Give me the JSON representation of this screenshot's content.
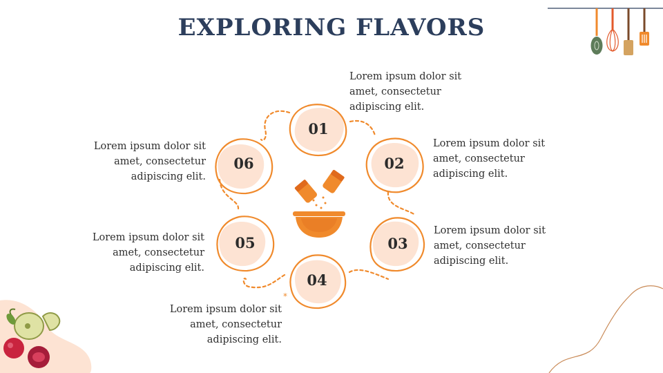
{
  "title": "EXPLORING FLAVORS",
  "colors": {
    "accent": "#f08a2c",
    "circle_fill": "#fde3d3",
    "title": "#2c3e5c",
    "text": "#2f2f2f"
  },
  "steps": [
    {
      "number": "01",
      "text": "Lorem ipsum dolor sit amet, consectetur adipiscing elit."
    },
    {
      "number": "02",
      "text": "Lorem ipsum dolor sit amet, consectetur adipiscing elit."
    },
    {
      "number": "03",
      "text": "Lorem ipsum dolor sit amet, consectetur adipiscing elit."
    },
    {
      "number": "04",
      "text": "Lorem ipsum dolor sit amet, consectetur adipiscing elit."
    },
    {
      "number": "05",
      "text": "Lorem ipsum dolor sit amet, consectetur adipiscing elit."
    },
    {
      "number": "06",
      "text": "Lorem ipsum dolor sit amet, consectetur adipiscing elit."
    }
  ],
  "icons": {
    "center": "salt-pepper-bowl-icon",
    "top_right": "kitchen-utensils-icon",
    "bottom_left": "fruits-icon"
  }
}
